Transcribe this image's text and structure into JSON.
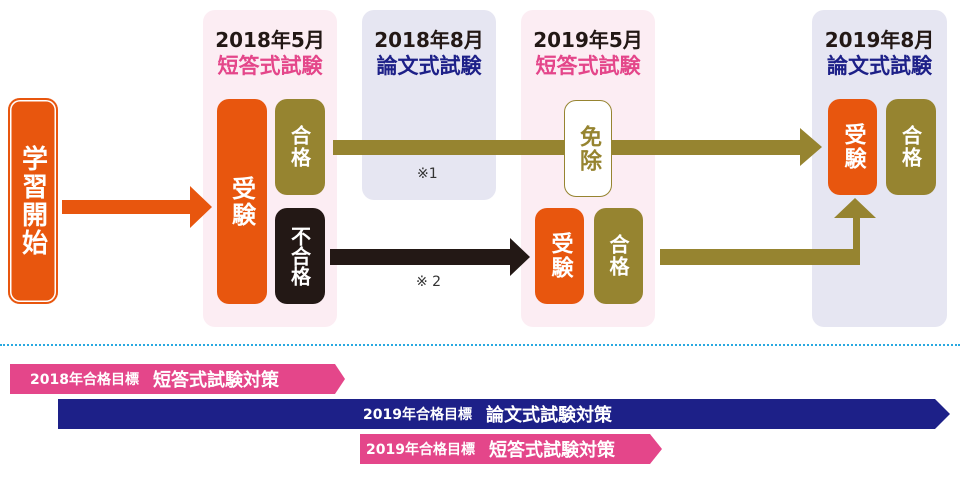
{
  "start": {
    "label": "学習開始"
  },
  "panels": [
    {
      "year": "2018年5月",
      "exam": "短答式試験",
      "boxes": [
        "受験",
        "合格",
        "不合格"
      ]
    },
    {
      "year": "2018年8月",
      "exam": "論文式試験",
      "note": "※1"
    },
    {
      "year": "2019年5月",
      "exam": "短答式試験",
      "boxes": [
        "免除",
        "受験",
        "合格"
      ]
    },
    {
      "year": "2019年8月",
      "exam": "論文式試験",
      "boxes": [
        "受験",
        "合格"
      ]
    }
  ],
  "notes": {
    "note2": "※ 2"
  },
  "timeline": [
    {
      "year": "2018年合格目標",
      "title": "短答式試験対策"
    },
    {
      "year": "2019年合格目標",
      "title": "論文式試験対策"
    },
    {
      "year": "2019年合格目標",
      "title": "短答式試験対策"
    }
  ],
  "colors": {
    "orange": "#e8560e",
    "olive": "#968430",
    "black": "#231815",
    "pink": "#e4468a",
    "navy": "#1d2088",
    "dotted": "#29a9e0"
  }
}
